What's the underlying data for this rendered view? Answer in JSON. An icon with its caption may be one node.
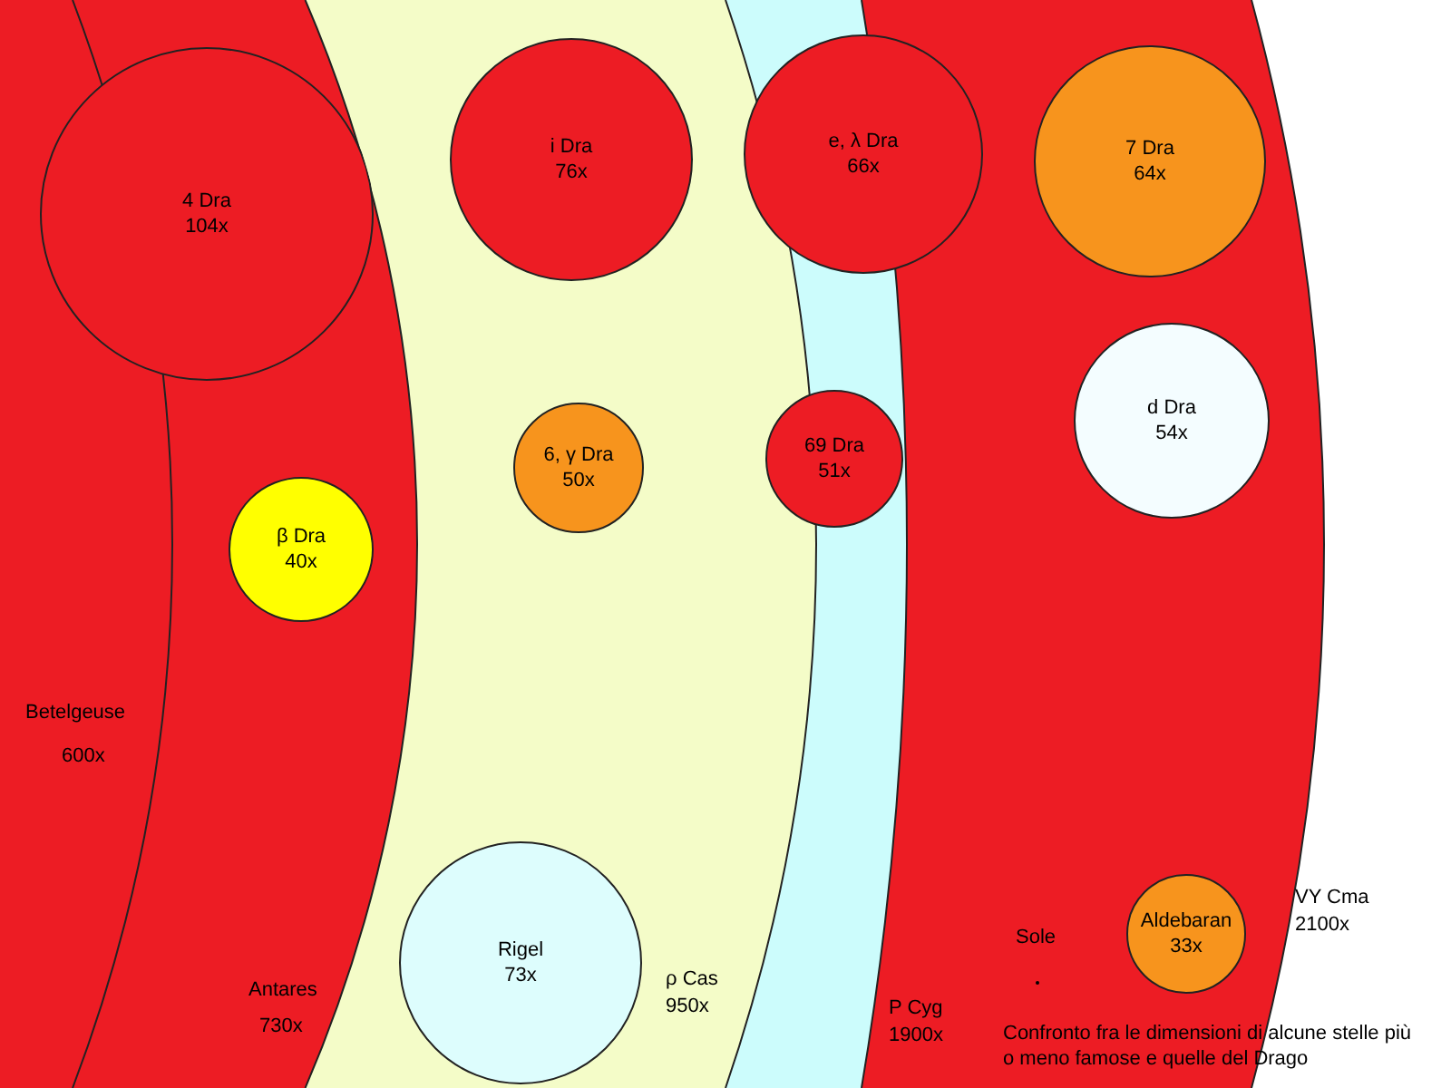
{
  "diagram": {
    "caption": "Confronto fra le dimensioni di alcune stelle più o meno famose e quelle del Drago",
    "nodes": [
      {
        "text": [
          "VY Cma",
          "2100x"
        ]
      },
      {
        "text": [
          "P Cyg",
          "1900x"
        ],
        "in": 0
      },
      {
        "text": [
          "ρ Cas",
          "950x"
        ],
        "in": 1
      },
      {
        "text": [
          "Antares",
          "730x"
        ],
        "in": 2
      },
      {
        "text": [
          "Betelgeuse",
          "600x"
        ],
        "in": 3
      },
      {
        "text": [
          "4 Dra",
          "104x"
        ],
        "in": 3
      },
      {
        "text": [
          "i Dra",
          "76x"
        ],
        "in": 2
      },
      {
        "text": [
          "e, λ Dra",
          "66x"
        ],
        "in": 0
      },
      {
        "text": [
          "7 Dra",
          "64x"
        ],
        "in": 0
      },
      {
        "text": [
          "6, γ Dra",
          "50x"
        ],
        "in": 2
      },
      {
        "text": [
          "69 Dra",
          "51x"
        ],
        "in": 1
      },
      {
        "text": [
          "d Dra",
          "54x"
        ],
        "in": 0
      },
      {
        "text": [
          "β Dra",
          "40x"
        ],
        "in": 3
      },
      {
        "text": [
          "Rigel",
          "73x"
        ],
        "in": 2
      },
      {
        "text": [
          "Sole"
        ],
        "in": 0
      },
      {
        "text": [
          "Aldebaran",
          "33x"
        ],
        "in": 0
      }
    ]
  }
}
